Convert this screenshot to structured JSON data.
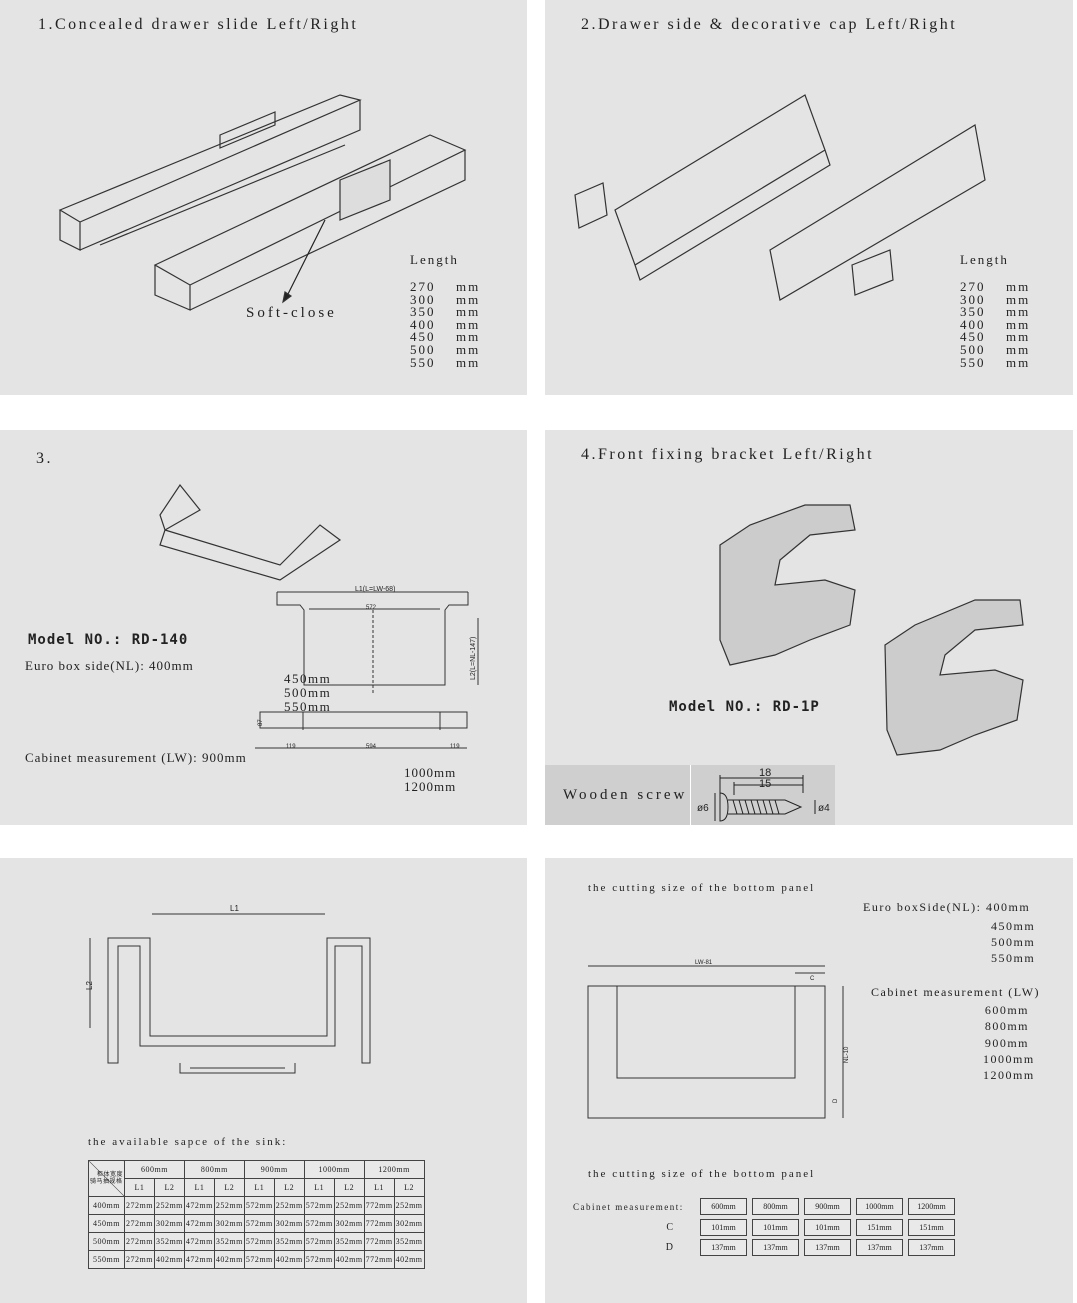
{
  "panel1": {
    "title": "1.Concealed drawer slide  Left/Right",
    "callout": "Soft-close",
    "length_label": "Length",
    "lengths": [
      "270",
      "300",
      "350",
      "400",
      "450",
      "500",
      "550"
    ],
    "unit": "mm"
  },
  "panel2": {
    "title": "2.Drawer side & decorative cap Left/Right",
    "length_label": "Length",
    "lengths": [
      "270",
      "300",
      "350",
      "400",
      "450",
      "500",
      "550"
    ],
    "unit": "mm"
  },
  "panel3": {
    "title": "3.",
    "model": "Model NO.: RD-140",
    "euro_box": "Euro box side(NL): 400mm",
    "nl_options": [
      "450mm",
      "500mm",
      "550mm"
    ],
    "cabinet": "Cabinet measurement (LW): 900mm",
    "lw_options": [
      "1000mm",
      "1200mm"
    ],
    "dims": {
      "l1": "L1(L=LW-68)",
      "w572": "572",
      "l2": "L2(L=NL-147)",
      "h87": "87",
      "a119": "119",
      "w594": "594",
      "b119": "119"
    }
  },
  "panel4": {
    "title": "4.Front fixing bracket Left/Right",
    "model": "Model NO.: RD-1P",
    "screw_label": "Wooden screw",
    "screw_dims": {
      "total": "18",
      "thread": "15",
      "head": "ø6",
      "shank": "ø4"
    }
  },
  "panel5": {
    "dims": {
      "l1": "L1",
      "l2": "L2"
    },
    "table_title": "the available sapce of the sink:",
    "table": {
      "corner_top": "柜体宽度",
      "corner_bottom": "骑马抽规格",
      "widths": [
        "600mm",
        "800mm",
        "900mm",
        "1000mm",
        "1200mm"
      ],
      "sub": [
        "L1",
        "L2"
      ],
      "rows": [
        {
          "nl": "400mm",
          "cells": [
            "272mm",
            "252mm",
            "472mm",
            "252mm",
            "572mm",
            "252mm",
            "572mm",
            "252mm",
            "772mm",
            "252mm"
          ]
        },
        {
          "nl": "450mm",
          "cells": [
            "272mm",
            "302mm",
            "472mm",
            "302mm",
            "572mm",
            "302mm",
            "572mm",
            "302mm",
            "772mm",
            "302mm"
          ]
        },
        {
          "nl": "500mm",
          "cells": [
            "272mm",
            "352mm",
            "472mm",
            "352mm",
            "572mm",
            "352mm",
            "572mm",
            "352mm",
            "772mm",
            "352mm"
          ]
        },
        {
          "nl": "550mm",
          "cells": [
            "272mm",
            "402mm",
            "472mm",
            "402mm",
            "572mm",
            "402mm",
            "572mm",
            "402mm",
            "772mm",
            "402mm"
          ]
        }
      ]
    }
  },
  "panel6": {
    "heading1": "the cutting size of the bottom panel",
    "euro_box": "Euro boxSide(NL): 400mm",
    "nl_options": [
      "450mm",
      "500mm",
      "550mm"
    ],
    "cabinet_label": "Cabinet measurement (LW)",
    "lw_options": [
      "600mm",
      "800mm",
      "900mm",
      "1000mm",
      "1200mm"
    ],
    "dims": {
      "lw": "LW-81",
      "c": "C",
      "nl": "NL-10",
      "d": "D"
    },
    "heading2": "the cutting size of the bottom panel",
    "table": {
      "label": "Cabinet measurement:",
      "widths": [
        "600mm",
        "800mm",
        "900mm",
        "1000mm",
        "1200mm"
      ],
      "c_label": "C",
      "c": [
        "101mm",
        "101mm",
        "101mm",
        "151mm",
        "151mm"
      ],
      "d_label": "D",
      "d": [
        "137mm",
        "137mm",
        "137mm",
        "137mm",
        "137mm"
      ]
    }
  }
}
